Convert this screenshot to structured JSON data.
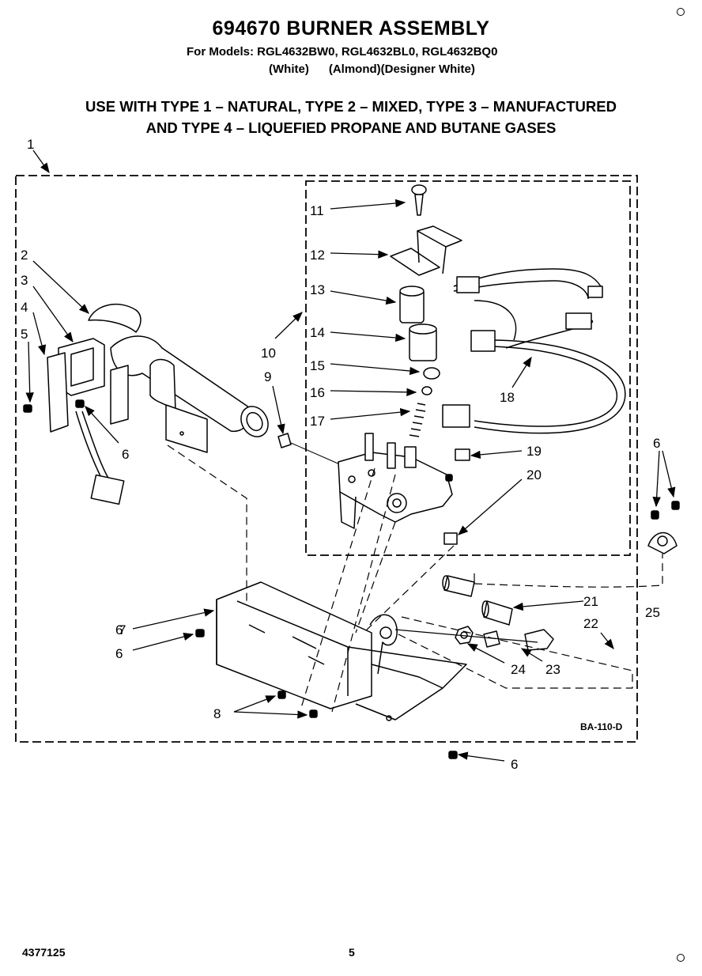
{
  "header": {
    "title": "694670 BURNER ASSEMBLY",
    "models_line": "For Models: RGL4632BW0, RGL4632BL0, RGL4632BQ0",
    "colors_line": "(White)      (Almond)(Designer White)",
    "usage_line_1": "USE WITH TYPE 1 – NATURAL, TYPE 2 – MIXED, TYPE 3 – MANUFACTURED",
    "usage_line_2": "AND TYPE 4 – LIQUEFIED PROPANE AND BUTANE GASES"
  },
  "diagram": {
    "callouts": [
      "1",
      "2",
      "3",
      "4",
      "5",
      "6",
      "6",
      "7",
      "6",
      "8",
      "9",
      "10",
      "11",
      "12",
      "13",
      "14",
      "15",
      "16",
      "17",
      "18",
      "19",
      "20",
      "21",
      "22",
      "23",
      "24",
      "25",
      "6",
      "6"
    ],
    "drawing_code": "BA-110-D"
  },
  "footer": {
    "doc_number": "4377125",
    "page_number": "5"
  }
}
